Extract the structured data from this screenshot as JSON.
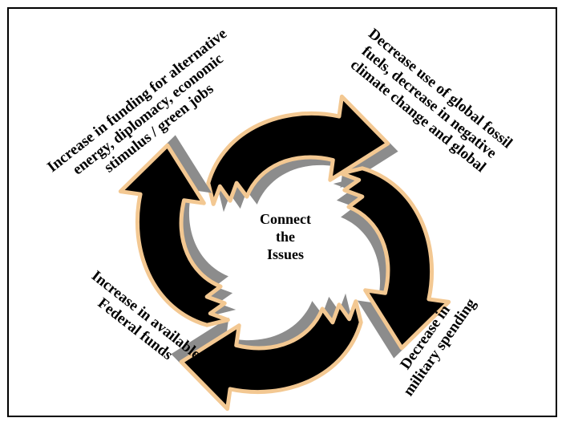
{
  "diagram": {
    "center": {
      "lines": [
        "Connect",
        "the",
        "Issues"
      ]
    },
    "labels": {
      "top_left": {
        "lines": [
          "Increase in funding for alternative",
          "energy, diplomacy, economic",
          "stimulus / green jobs"
        ]
      },
      "top_right": {
        "lines": [
          "Decrease use of global fossil",
          "fuels, decrease in negative",
          "climate change and global"
        ]
      },
      "bottom_left": {
        "lines": [
          "Increase in available",
          "Federal funds"
        ]
      },
      "bottom_right": {
        "lines": [
          "Decrease in",
          "military spending"
        ]
      }
    },
    "colors": {
      "arrow_fill": "#000000",
      "arrow_outline": "#f3c892",
      "arrow_shadow": "#8c8c8c",
      "frame": "#000000"
    }
  }
}
